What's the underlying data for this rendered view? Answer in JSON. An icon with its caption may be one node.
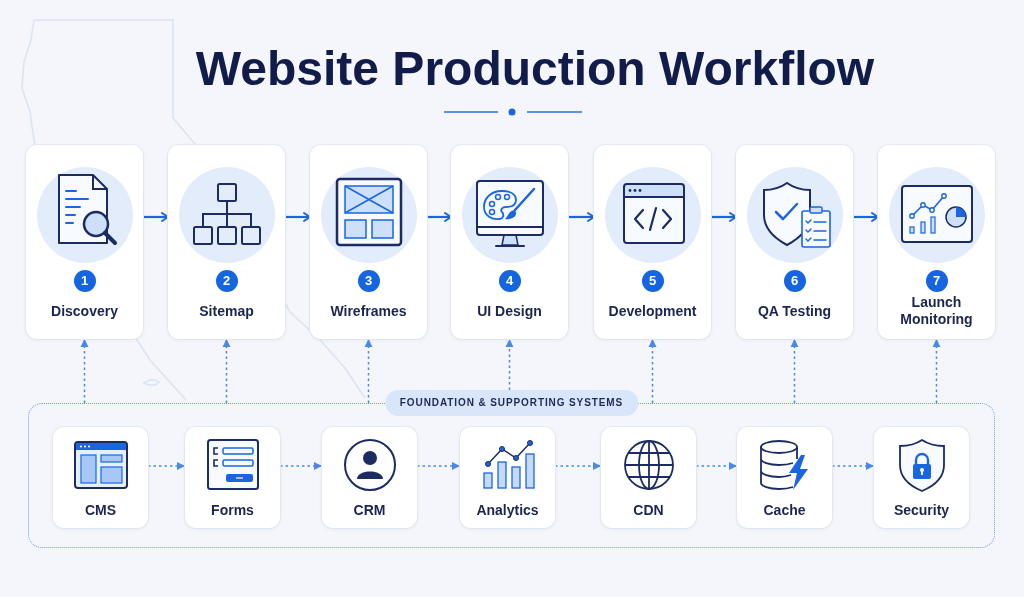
{
  "diagram": {
    "title": "Website Production Workflow",
    "nodes": [
      {
        "text": [
          "1",
          "Discovery"
        ]
      },
      {
        "text": [
          "2",
          "Sitemap"
        ]
      },
      {
        "text": [
          "3",
          "Wireframes"
        ]
      },
      {
        "text": [
          "4",
          "UI Design"
        ]
      },
      {
        "text": [
          "5",
          "Development"
        ]
      },
      {
        "text": [
          "6",
          "QA Testing"
        ]
      },
      {
        "text": [
          "7",
          "Launch Monitoring"
        ]
      },
      {
        "text": [
          "FOUNDATION & SUPPORTING SYSTEMS"
        ]
      },
      {
        "text": [
          "CMS"
        ],
        "in": 7
      },
      {
        "text": [
          "Forms"
        ],
        "in": 7
      },
      {
        "text": [
          "CRM"
        ],
        "in": 7
      },
      {
        "text": [
          "Analytics"
        ],
        "in": 7
      },
      {
        "text": [
          "CDN"
        ],
        "in": 7
      },
      {
        "text": [
          "Cache"
        ],
        "in": 7
      },
      {
        "text": [
          "Security"
        ],
        "in": 7
      }
    ],
    "edges": [
      {
        "from": 0,
        "to": 1,
        "arrow": "to",
        "color": "#1a66e0"
      },
      {
        "from": 1,
        "to": 2,
        "arrow": "to",
        "color": "#1a66e0"
      },
      {
        "from": 2,
        "to": 3,
        "arrow": "to",
        "color": "#1a66e0"
      },
      {
        "from": 3,
        "to": 4,
        "arrow": "to",
        "color": "#1a66e0"
      },
      {
        "from": 4,
        "to": 5,
        "arrow": "to",
        "color": "#1a66e0"
      },
      {
        "from": 5,
        "to": 6,
        "arrow": "to",
        "color": "#1a66e0"
      },
      {
        "from": 8,
        "to": 9,
        "arrow": "to",
        "style": "dashed"
      },
      {
        "from": 9,
        "to": 10,
        "arrow": "to",
        "style": "dashed"
      },
      {
        "from": 10,
        "to": 11,
        "arrow": "to",
        "style": "dashed"
      },
      {
        "from": 11,
        "to": 12,
        "arrow": "to",
        "style": "dashed"
      },
      {
        "from": 12,
        "to": 13,
        "arrow": "to",
        "style": "dashed"
      },
      {
        "from": 13,
        "to": 14,
        "arrow": "to",
        "style": "dashed"
      },
      {
        "from": 7,
        "to": 0,
        "arrow": "to",
        "style": "dashed"
      },
      {
        "from": 7,
        "to": 1,
        "arrow": "to",
        "style": "dashed"
      },
      {
        "from": 7,
        "to": 2,
        "arrow": "to",
        "style": "dashed"
      },
      {
        "from": 7,
        "to": 3,
        "arrow": "to",
        "style": "dashed"
      },
      {
        "from": 7,
        "to": 4,
        "arrow": "to",
        "style": "dashed"
      },
      {
        "from": 7,
        "to": 5,
        "arrow": "to",
        "style": "dashed"
      },
      {
        "from": 7,
        "to": 6,
        "arrow": "to",
        "style": "dashed"
      }
    ]
  }
}
